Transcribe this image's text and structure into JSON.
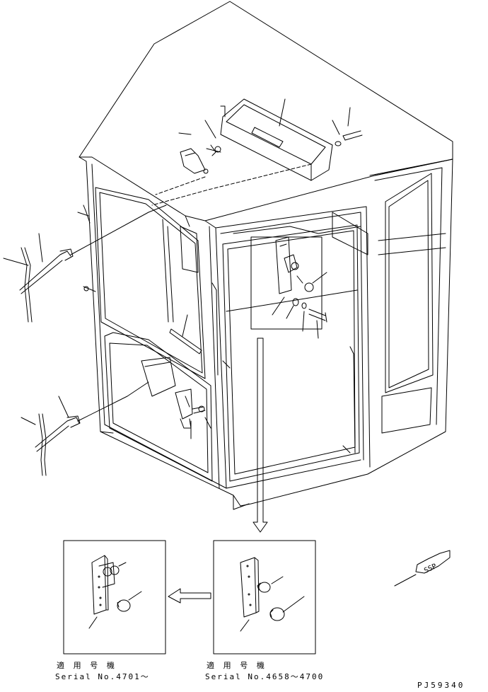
{
  "applicable_label": "適 用 号 機",
  "box_left": {
    "serial_text": "Serial No.4701〜"
  },
  "box_right": {
    "serial_text": "Serial No.4658〜4700"
  },
  "drawing_code": "PJ59340",
  "part_symbol": "SSP"
}
